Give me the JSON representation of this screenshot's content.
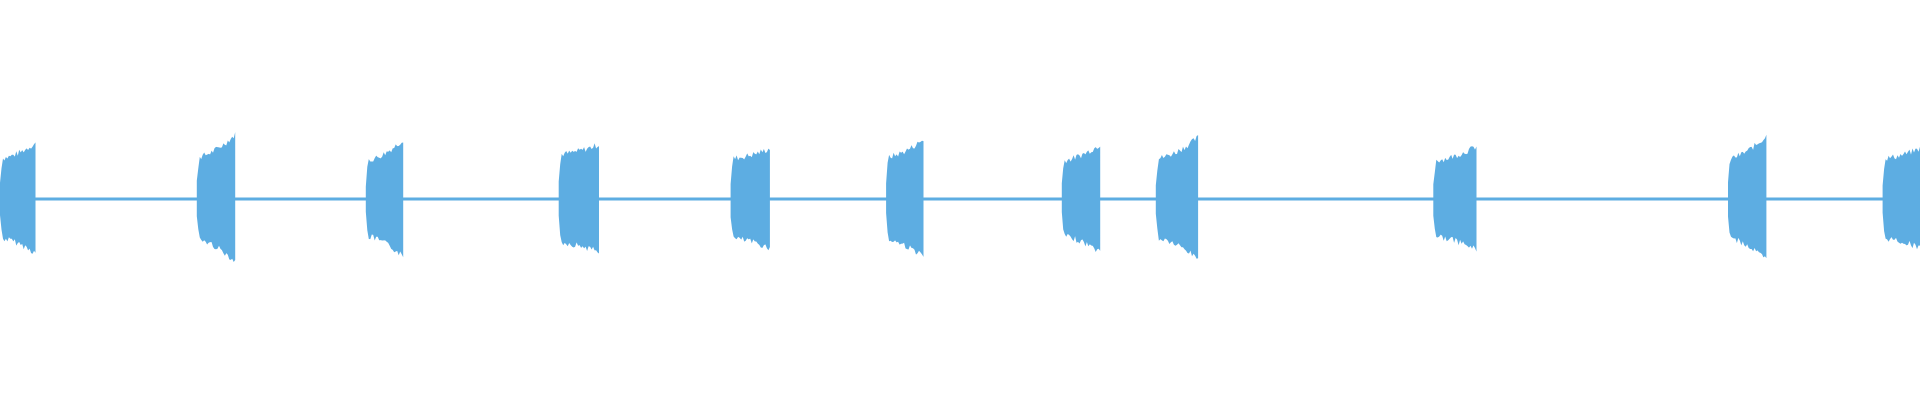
{
  "waveform": {
    "color": "#5dade2",
    "baseline_amplitude": 0.01,
    "bursts": [
      {
        "start": 0.0,
        "end": 0.0185,
        "amp_start": 0.58,
        "amp_end": 0.8
      },
      {
        "start": 0.1025,
        "end": 0.1225,
        "amp_start": 0.6,
        "amp_end": 0.92
      },
      {
        "start": 0.1905,
        "end": 0.21,
        "amp_start": 0.55,
        "amp_end": 0.85
      },
      {
        "start": 0.291,
        "end": 0.312,
        "amp_start": 0.64,
        "amp_end": 0.78
      },
      {
        "start": 0.3805,
        "end": 0.401,
        "amp_start": 0.58,
        "amp_end": 0.72
      },
      {
        "start": 0.4615,
        "end": 0.481,
        "amp_start": 0.6,
        "amp_end": 0.85
      },
      {
        "start": 0.553,
        "end": 0.573,
        "amp_start": 0.55,
        "amp_end": 0.78
      },
      {
        "start": 0.602,
        "end": 0.624,
        "amp_start": 0.58,
        "amp_end": 0.88
      },
      {
        "start": 0.7465,
        "end": 0.769,
        "amp_start": 0.55,
        "amp_end": 0.75
      },
      {
        "start": 0.9,
        "end": 0.92,
        "amp_start": 0.58,
        "amp_end": 0.9
      },
      {
        "start": 0.9805,
        "end": 1.0,
        "amp_start": 0.58,
        "amp_end": 0.72
      }
    ]
  }
}
